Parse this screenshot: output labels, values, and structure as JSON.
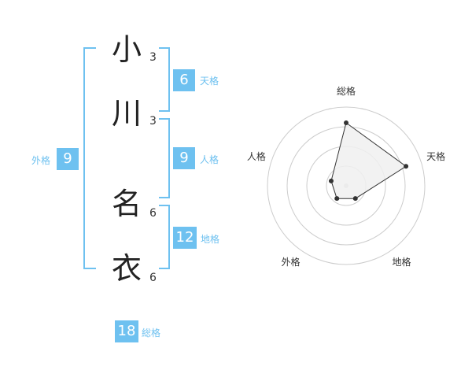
{
  "name": {
    "chars": [
      {
        "char": "小",
        "strokes": "3"
      },
      {
        "char": "川",
        "strokes": "3"
      },
      {
        "char": "名",
        "strokes": "6"
      },
      {
        "char": "衣",
        "strokes": "6"
      }
    ]
  },
  "fortunes": {
    "tenkaku": {
      "label": "天格",
      "value": "6"
    },
    "jinkaku": {
      "label": "人格",
      "value": "9"
    },
    "chikaku": {
      "label": "地格",
      "value": "12"
    },
    "gaikaku": {
      "label": "外格",
      "value": "9"
    },
    "soukaku": {
      "label": "総格",
      "value": "18"
    }
  },
  "chart_data": {
    "type": "radar",
    "axes": [
      "総格",
      "天格",
      "地格",
      "外格",
      "人格"
    ],
    "values": [
      4,
      4,
      1,
      1,
      1
    ],
    "range": [
      0,
      5
    ],
    "rings": 4,
    "colors": {
      "fill": "#f0f0f0",
      "line": "#333333",
      "grid": "#cccccc",
      "center": "#cccccc"
    }
  },
  "colors": {
    "accent": "#6ec1f0"
  }
}
